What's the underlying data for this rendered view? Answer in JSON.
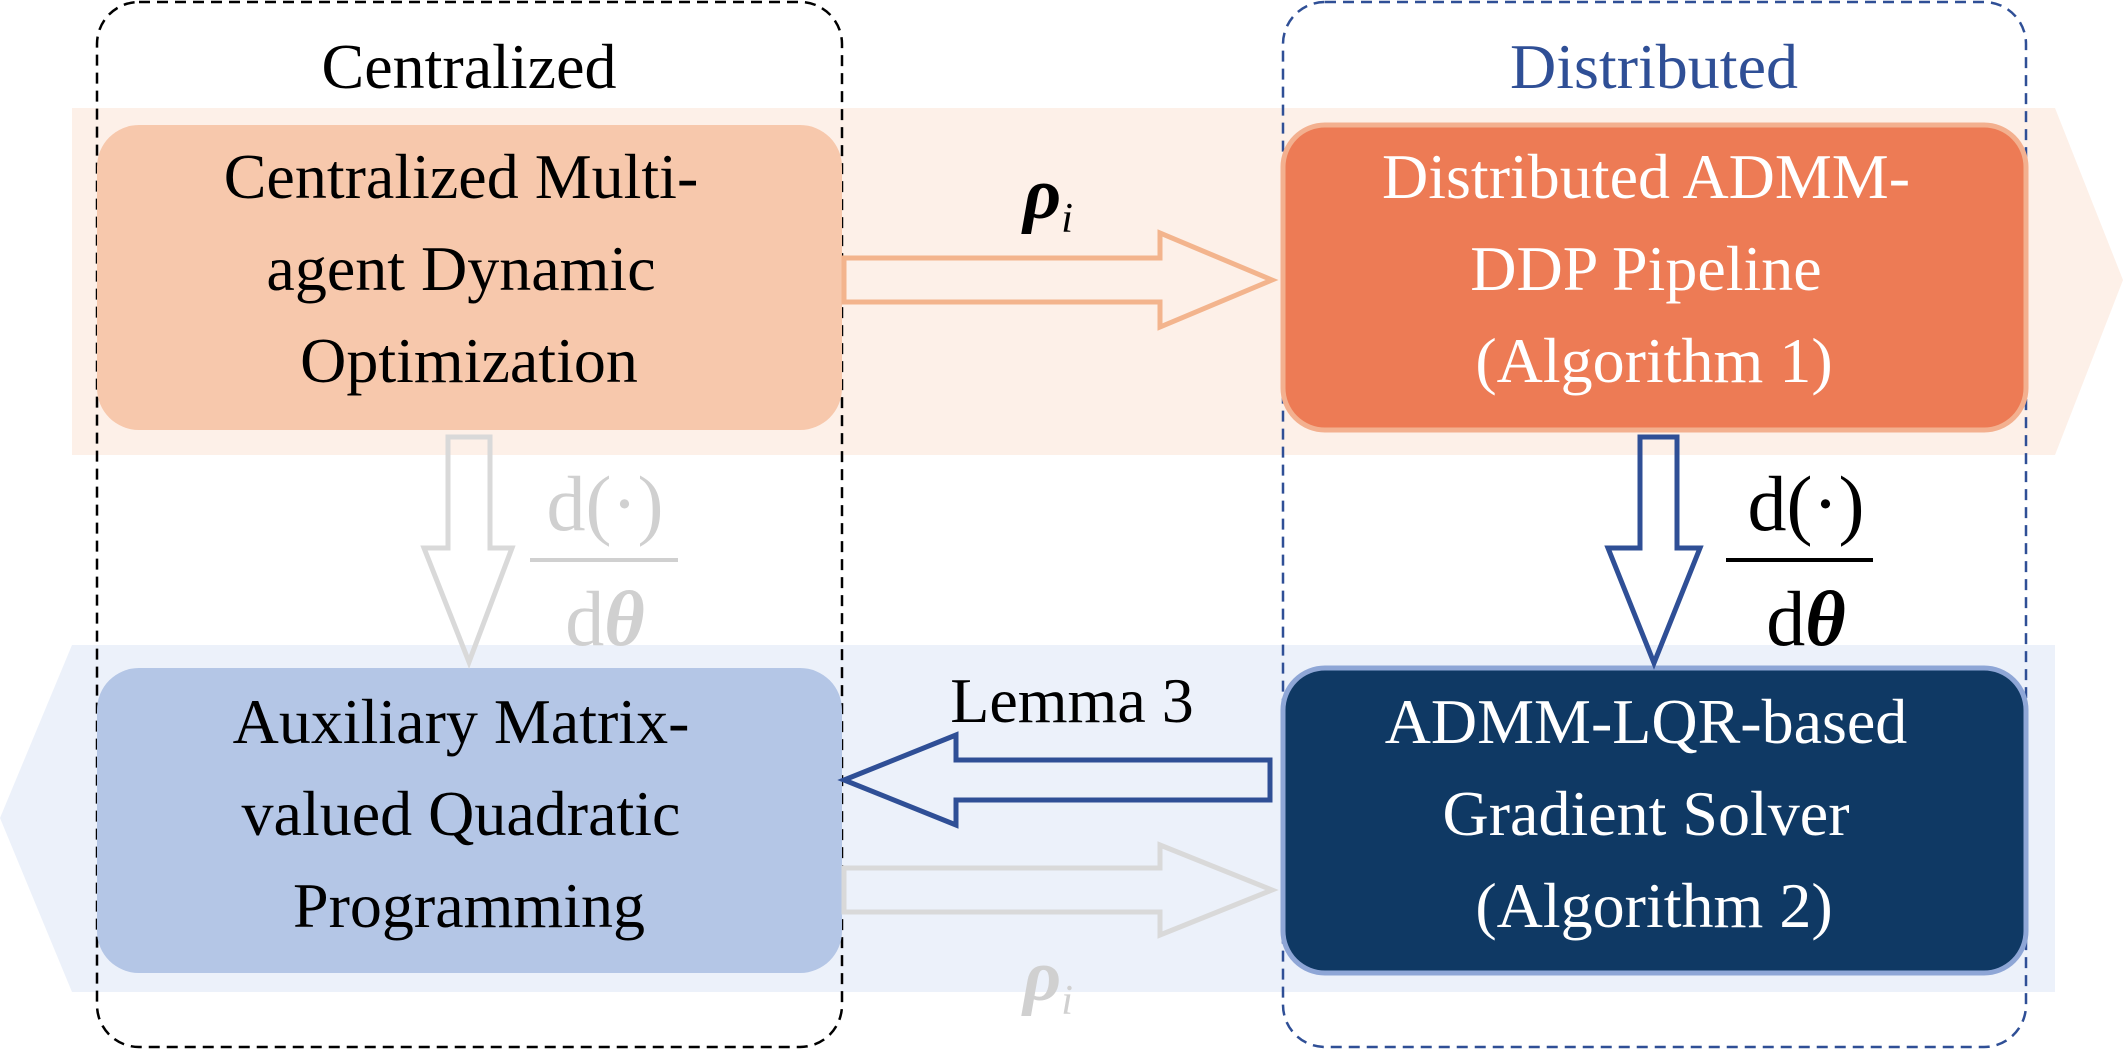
{
  "columns": {
    "centralized": {
      "title": "Centralized",
      "title_color": "#000000"
    },
    "distributed": {
      "title": "Distributed",
      "title_color": "#2f4f96"
    }
  },
  "boxes": {
    "top_left": {
      "lines": [
        "Centralized Multi-",
        "agent Dynamic",
        "Optimization"
      ],
      "fill": "#f7c8ac",
      "text_color": "#000000"
    },
    "top_right": {
      "lines": [
        "Distributed ADMM-",
        "DDP Pipeline",
        "(Algorithm 1)"
      ],
      "fill": "#ed7b55",
      "text_color": "#ffffff"
    },
    "bottom_left": {
      "lines": [
        "Auxiliary Matrix-",
        "valued Quadratic",
        "Programming"
      ],
      "fill": "#b4c6e6",
      "text_color": "#000000"
    },
    "bottom_right": {
      "lines": [
        "ADMM-LQR-based",
        "Gradient Solver",
        "(Algorithm 2)"
      ],
      "fill": "#0f3964",
      "text_color": "#ffffff"
    }
  },
  "labels": {
    "rho_top": {
      "base": "ρ",
      "sub": "i"
    },
    "rho_bottom": {
      "base": "ρ",
      "sub": "i"
    },
    "lemma": "Lemma 3",
    "deriv_right": {
      "numerator": "d(·)",
      "denominator_d": "d",
      "denominator_theta": "θ"
    },
    "deriv_left": {
      "numerator": "d(·)",
      "denominator_d": "d",
      "denominator_theta": "θ"
    }
  },
  "colors": {
    "band_top": "#fdf0e8",
    "band_bottom": "#ecf1fa",
    "arrow_orange": "#f3b48d",
    "arrow_blue": "#2f4f96",
    "arrow_grey": "#d9d9d9",
    "faded_text": "#d0d0d0"
  }
}
